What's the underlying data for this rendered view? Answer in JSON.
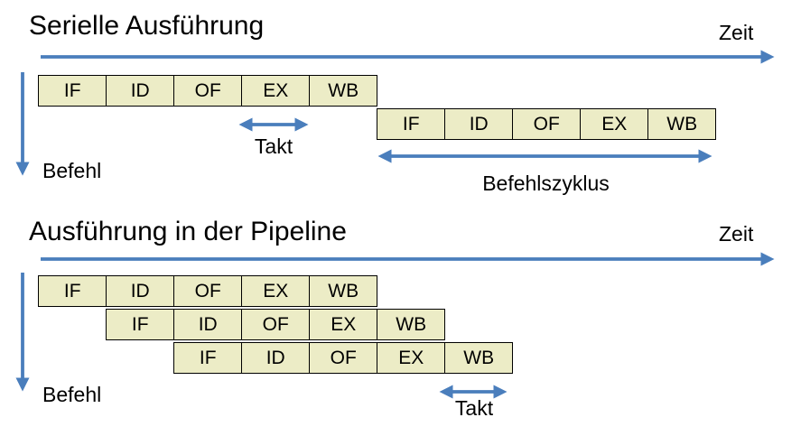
{
  "palette": {
    "background": "#ffffff",
    "box_fill": "#ececc6",
    "box_border": "#000000",
    "arrow_blue": "#4a7ebc",
    "text_color": "#000000"
  },
  "serial": {
    "title": "Serielle Ausführung",
    "time_label": "Zeit",
    "instruction_axis_label": "Befehl",
    "clock_label": "Takt",
    "cycle_label": "Befehlszyklus",
    "rows": [
      {
        "stages": [
          "IF",
          "ID",
          "OF",
          "EX",
          "WB"
        ]
      },
      {
        "stages": [
          "IF",
          "ID",
          "OF",
          "EX",
          "WB"
        ]
      }
    ]
  },
  "pipeline": {
    "title": "Ausführung in der Pipeline",
    "time_label": "Zeit",
    "instruction_axis_label": "Befehl",
    "clock_label": "Takt",
    "rows": [
      {
        "stages": [
          "IF",
          "ID",
          "OF",
          "EX",
          "WB"
        ]
      },
      {
        "stages": [
          "IF",
          "ID",
          "OF",
          "EX",
          "WB"
        ]
      },
      {
        "stages": [
          "IF",
          "ID",
          "OF",
          "EX",
          "WB"
        ]
      }
    ]
  }
}
